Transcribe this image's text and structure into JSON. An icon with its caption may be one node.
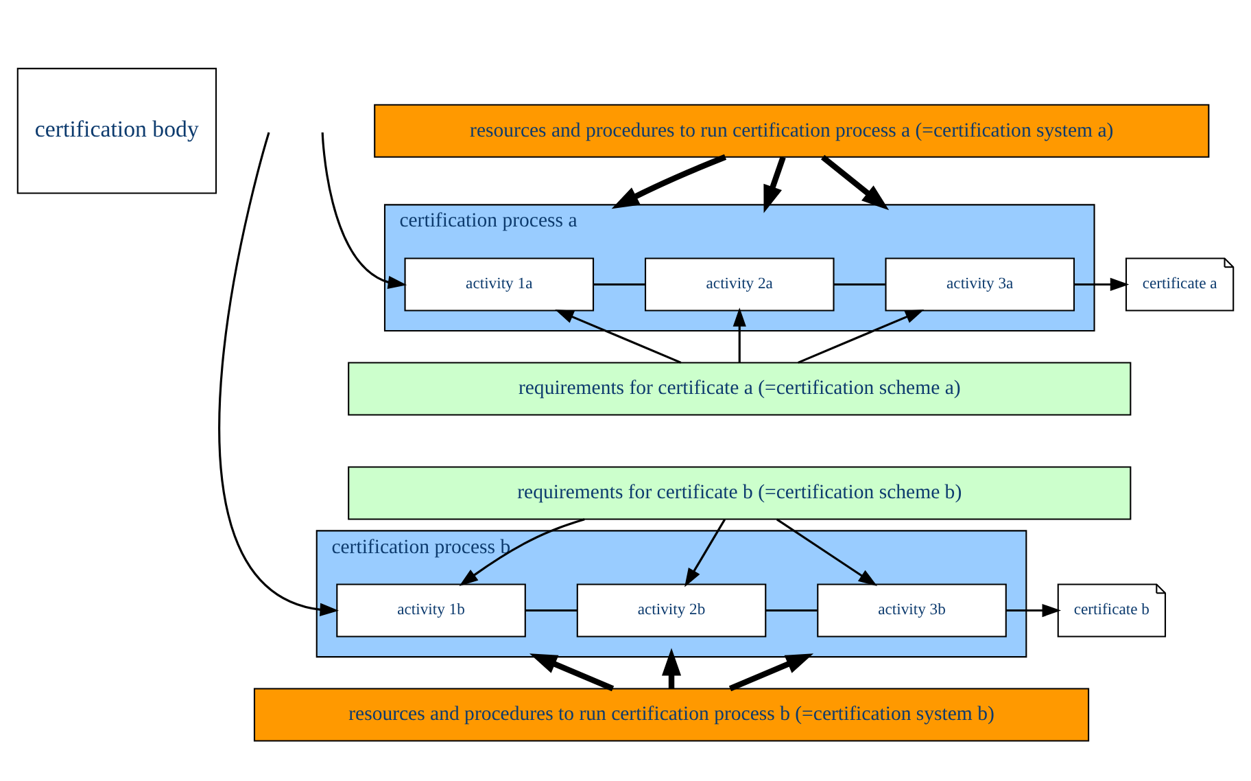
{
  "diagram": {
    "nodes": [
      {
        "text": [
          "certification body"
        ]
      },
      {
        "text": [
          "resources and procedures to run certification process a (=certification system a)"
        ]
      },
      {
        "text": [
          "certification process a"
        ]
      },
      {
        "text": [
          "activity 1a"
        ],
        "in": 2
      },
      {
        "text": [
          "activity 2a"
        ],
        "in": 2
      },
      {
        "text": [
          "activity 3a"
        ],
        "in": 2
      },
      {
        "text": [
          "requirements for certificate a (=certification scheme a)"
        ]
      },
      {
        "text": [
          "certificate a"
        ]
      },
      {
        "text": [
          "requirements for certificate b (=certification scheme b)"
        ]
      },
      {
        "text": [
          "certification process b"
        ]
      },
      {
        "text": [
          "activity 1b"
        ],
        "in": 9
      },
      {
        "text": [
          "activity 2b"
        ],
        "in": 9
      },
      {
        "text": [
          "activity 3b"
        ],
        "in": 9
      },
      {
        "text": [
          "certificate b"
        ]
      },
      {
        "text": [
          "resources and procedures to run certification process b (=certification system b)"
        ]
      }
    ],
    "edges": [
      {
        "from": 1,
        "to": 2,
        "arrow": "to",
        "style": "thick"
      },
      {
        "from": 1,
        "to": 2,
        "arrow": "to",
        "style": "thick"
      },
      {
        "from": 1,
        "to": 2,
        "arrow": "to",
        "style": "thick"
      },
      {
        "from": null,
        "to": 3,
        "arrow": "to"
      },
      {
        "from": 3,
        "to": 4,
        "arrow": "none"
      },
      {
        "from": 4,
        "to": 5,
        "arrow": "none"
      },
      {
        "from": 5,
        "to": 7,
        "arrow": "to"
      },
      {
        "from": 6,
        "to": 3,
        "arrow": "to"
      },
      {
        "from": 6,
        "to": 4,
        "arrow": "to"
      },
      {
        "from": 6,
        "to": 5,
        "arrow": "to"
      },
      {
        "from": 8,
        "to": 10,
        "arrow": "to"
      },
      {
        "from": 8,
        "to": 11,
        "arrow": "to"
      },
      {
        "from": 8,
        "to": 12,
        "arrow": "to"
      },
      {
        "from": null,
        "to": 10,
        "arrow": "to"
      },
      {
        "from": 10,
        "to": 11,
        "arrow": "none"
      },
      {
        "from": 11,
        "to": 12,
        "arrow": "none"
      },
      {
        "from": 12,
        "to": 13,
        "arrow": "to"
      },
      {
        "from": 14,
        "to": 9,
        "arrow": "to",
        "style": "thick"
      },
      {
        "from": 14,
        "to": 9,
        "arrow": "to",
        "style": "thick"
      },
      {
        "from": 14,
        "to": 9,
        "arrow": "to",
        "style": "thick"
      }
    ]
  }
}
